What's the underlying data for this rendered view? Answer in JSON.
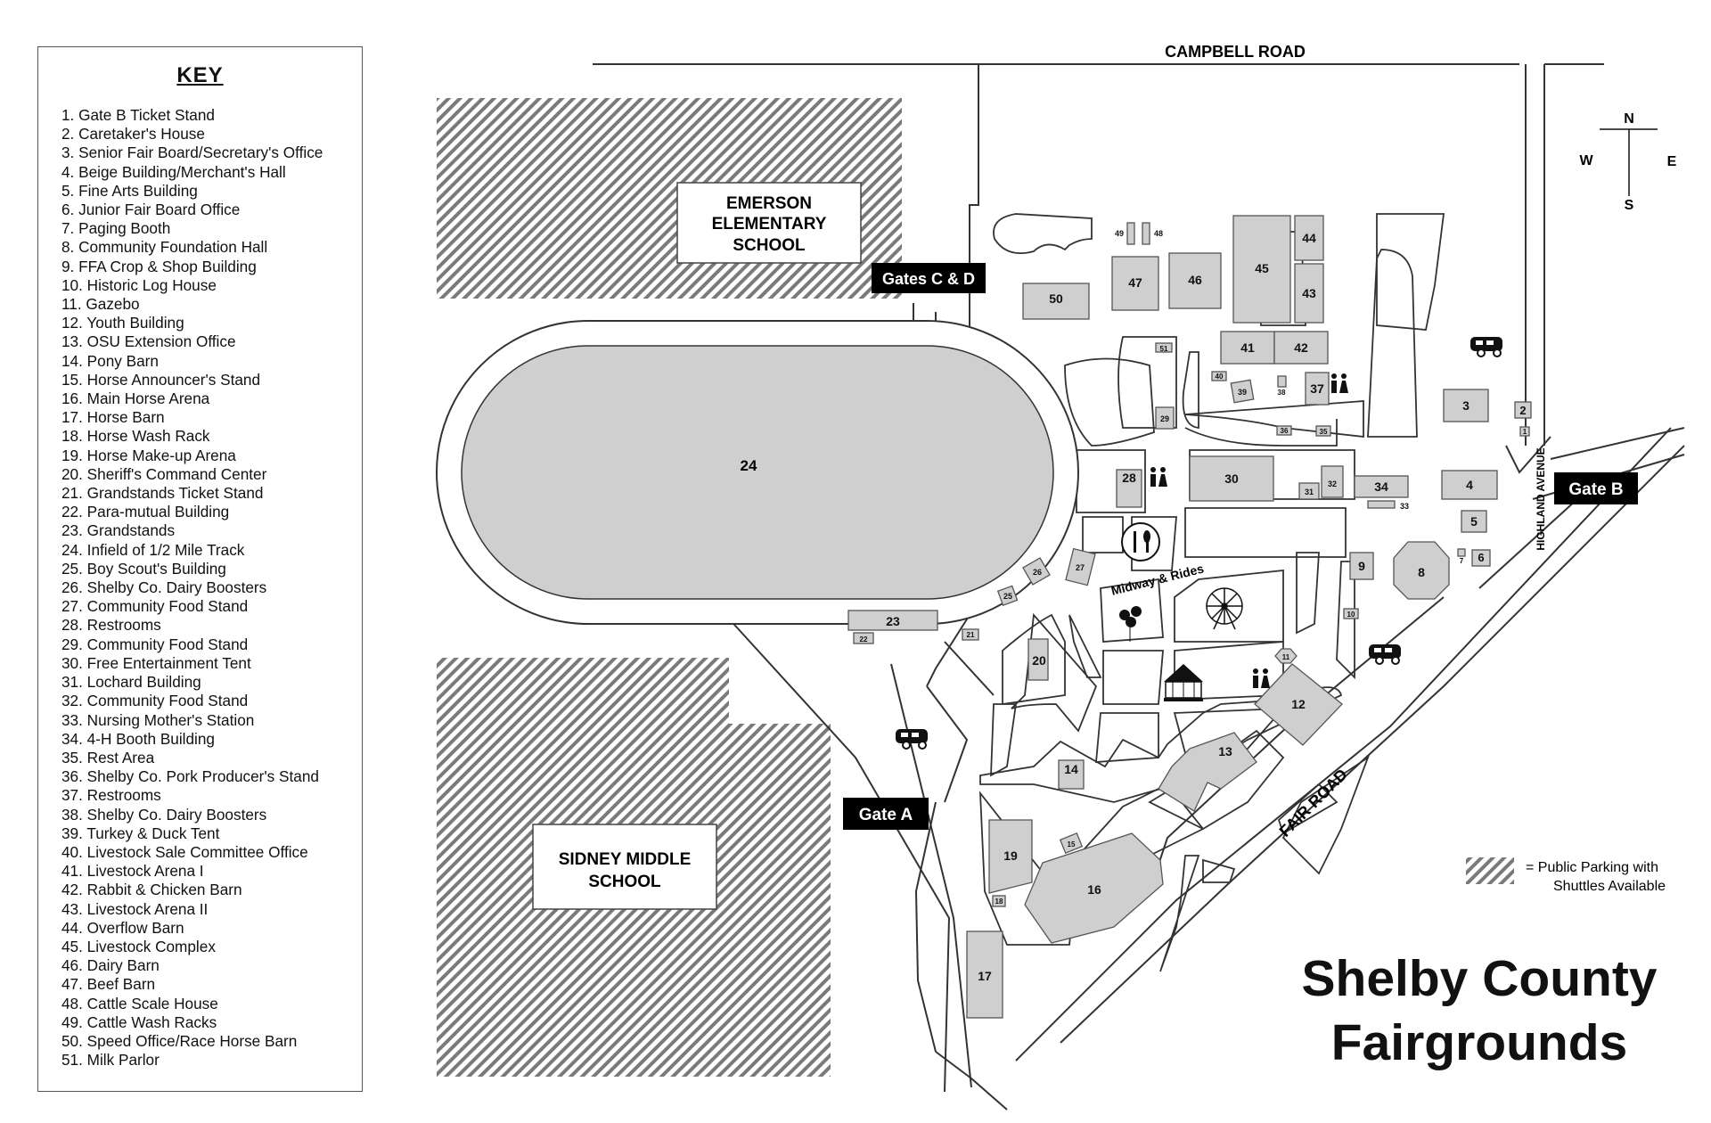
{
  "key": {
    "title": "KEY",
    "items": [
      "1. Gate B Ticket Stand",
      "2. Caretaker's House",
      "3. Senior Fair Board/Secretary's Office",
      "4. Beige Building/Merchant's Hall",
      "5. Fine Arts Building",
      "6. Junior Fair Board Office",
      "7. Paging Booth",
      "8. Community Foundation Hall",
      "9. FFA Crop & Shop Building",
      "10. Historic Log House",
      "11. Gazebo",
      "12. Youth Building",
      "13. OSU Extension Office",
      "14. Pony Barn",
      "15. Horse Announcer's Stand",
      "16. Main Horse Arena",
      "17. Horse Barn",
      "18. Horse Wash Rack",
      "19. Horse Make-up Arena",
      "20. Sheriff's Command Center",
      "21. Grandstands Ticket Stand",
      "22. Para-mutual Building",
      "23. Grandstands",
      "24. Infield of 1/2 Mile Track",
      "25. Boy Scout's Building",
      "26. Shelby Co. Dairy Boosters",
      "27. Community Food Stand",
      "28. Restrooms",
      "29. Community Food Stand",
      "30. Free Entertainment Tent",
      "31. Lochard Building",
      "32. Community Food Stand",
      "33. Nursing Mother's Station",
      "34. 4-H Booth Building",
      "35. Rest Area",
      "36. Shelby Co. Pork Producer's Stand",
      "37. Restrooms",
      "38. Shelby Co. Dairy Boosters",
      "39. Turkey & Duck Tent",
      "40. Livestock Sale Committee Office",
      "41. Livestock Arena I",
      "42. Rabbit & Chicken Barn",
      "43. Livestock Arena II",
      "44. Overflow Barn",
      "45. Livestock Complex",
      "46. Dairy Barn",
      "47. Beef Barn",
      "48. Cattle Scale House",
      "49. Cattle Wash Racks",
      "50. Speed Office/Race Horse Barn",
      "51. Milk Parlor"
    ]
  },
  "title": "Shelby County\nFairgrounds",
  "roads": {
    "north": "CAMPBELL ROAD",
    "east": "HIGHLAND AVENUE",
    "southeast": "FAIR ROAD",
    "midway": "Midway & Rides"
  },
  "schools": {
    "emerson": [
      "EMERSON",
      "ELEMENTARY",
      "SCHOOL"
    ],
    "sidney": [
      "SIDNEY MIDDLE",
      "SCHOOL"
    ]
  },
  "gates": {
    "cd": "Gates C & D",
    "a": "Gate A",
    "b": "Gate B"
  },
  "compass": {
    "n": "N",
    "s": "S",
    "e": "E",
    "w": "W"
  },
  "legend": [
    "= Public Parking with",
    "Shuttles Available"
  ],
  "colors": {
    "building_fill": "#cfcfcf",
    "building_stroke": "#555555",
    "hatch": "#777777",
    "gate_label_bg": "#000000"
  },
  "icons": [
    "restroom-icon",
    "food-icon",
    "balloons-icon",
    "ferris-wheel-icon",
    "carousel-icon",
    "shuttle-bus-icon",
    "compass-rose-icon"
  ]
}
